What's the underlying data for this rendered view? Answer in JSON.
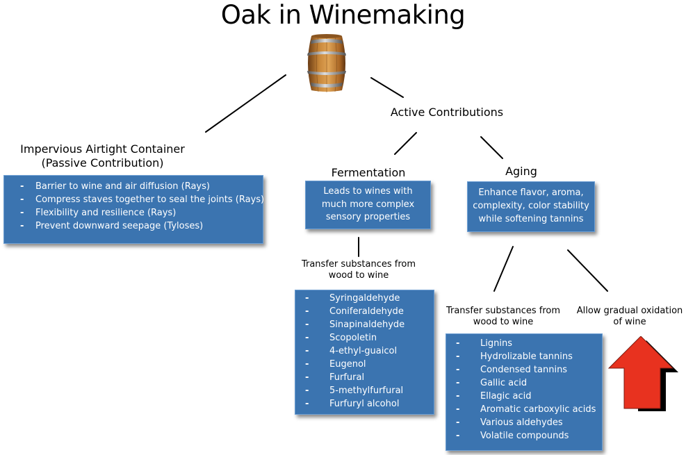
{
  "title": "Oak in Winemaking",
  "icons": {
    "barrel": "wine-barrel-icon",
    "arrow": "up-arrow-icon",
    "bullet": "-"
  },
  "colors": {
    "box_fill": "#3b74b0",
    "arrow_red": "#e8321f"
  },
  "passive": {
    "heading_line1": "Impervious Airtight Container",
    "heading_line2": "(Passive Contribution)",
    "items": [
      "Barrier to wine and air diffusion (Rays)",
      "Compress staves together to seal the joints (Rays)",
      "Flexibility and resilience (Rays)",
      "Prevent downward seepage (Tyloses)"
    ]
  },
  "active": {
    "heading": "Active Contributions",
    "fermentation": {
      "heading": "Fermentation",
      "description": "Leads to wines with much more complex sensory properties",
      "transfer_label": "Transfer substances from wood to wine",
      "items": [
        "Syringaldehyde",
        "Coniferaldehyde",
        "Sinapinaldehyde",
        "Scopoletin",
        "4-ethyl-guaicol",
        "Eugenol",
        "Furfural",
        "5-methylfurfural",
        "Furfuryl alcohol"
      ]
    },
    "aging": {
      "heading": "Aging",
      "description": "Enhance flavor, aroma, complexity, color stability while softening tannins",
      "transfer_label": "Transfer substances from wood to wine",
      "items": [
        "Lignins",
        "Hydrolizable tannins",
        "Condensed tannins",
        "Gallic acid",
        "Ellagic acid",
        "Aromatic carboxylic acids",
        "Various aldehydes",
        "Volatile compounds"
      ],
      "oxidation_label": "Allow gradual oxidation of wine"
    }
  }
}
